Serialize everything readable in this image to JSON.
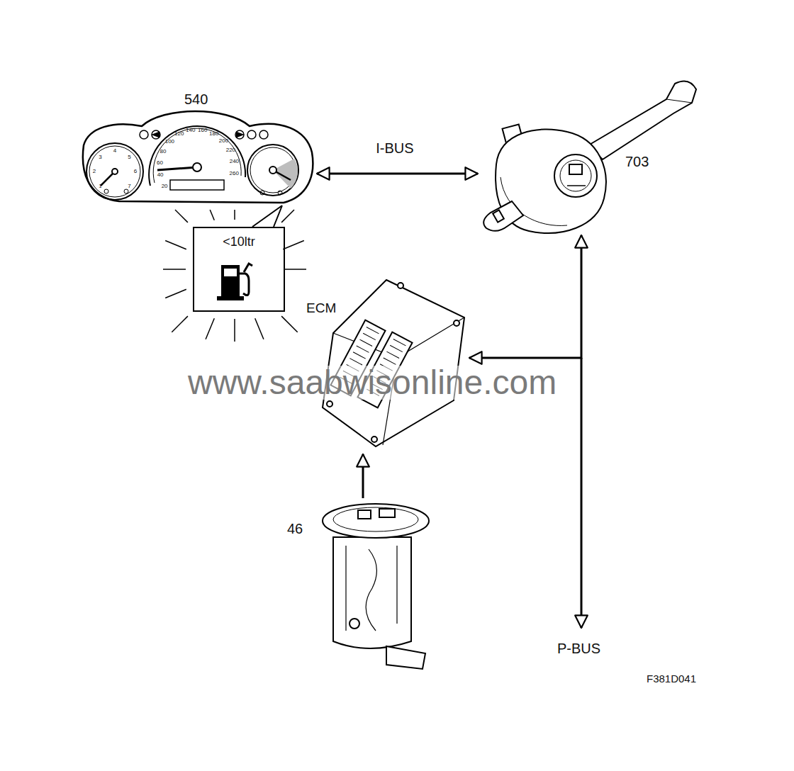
{
  "diagram": {
    "nodes": [
      {
        "text": [
          "540"
        ]
      },
      {
        "text": [
          "<10ltr"
        ]
      },
      {
        "text": [
          "703"
        ]
      },
      {
        "text": [
          "ECM"
        ]
      },
      {
        "text": [
          "46"
        ]
      }
    ],
    "edges": [
      {
        "from": 0,
        "to": 1,
        "arrow": "none"
      },
      {
        "from": 0,
        "to": 2,
        "label": "I-BUS",
        "arrow": "both"
      },
      {
        "from": 2,
        "to": 3,
        "arrow": "both"
      },
      {
        "from": 4,
        "to": 3,
        "arrow": "to"
      }
    ],
    "labels": [
      "1",
      "2",
      "3",
      "4",
      "5",
      "6",
      "7",
      "20",
      "40",
      "60",
      "80",
      "100",
      "120",
      "140",
      "160",
      "180",
      "200",
      "220",
      "240",
      "260",
      "www.saabwisonline.com",
      "P-BUS",
      "F381D041"
    ]
  }
}
